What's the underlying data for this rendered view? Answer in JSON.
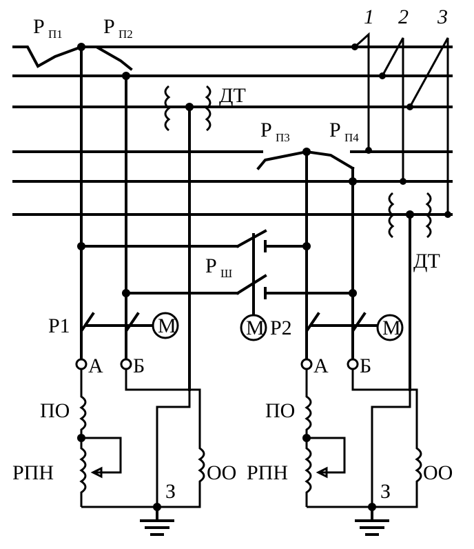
{
  "labels": {
    "rp1_main": "Р",
    "rp1_sub": "П1",
    "rp2_main": "Р",
    "rp2_sub": "П2",
    "rp3_main": "Р",
    "rp3_sub": "П3",
    "rp4_main": "Р",
    "rp4_sub": "П4",
    "rsh_main": "Р",
    "rsh_sub": "Ш",
    "dt_top": "ДТ",
    "dt_bottom": "ДТ",
    "phase1": "1",
    "phase2": "2",
    "phase3": "3",
    "r1": "Р1",
    "r2": "Р2",
    "motor": "M",
    "term_a": "А",
    "term_b": "Б",
    "po": "ПО",
    "rpn": "РПН",
    "oo": "ОО",
    "z": "З"
  }
}
